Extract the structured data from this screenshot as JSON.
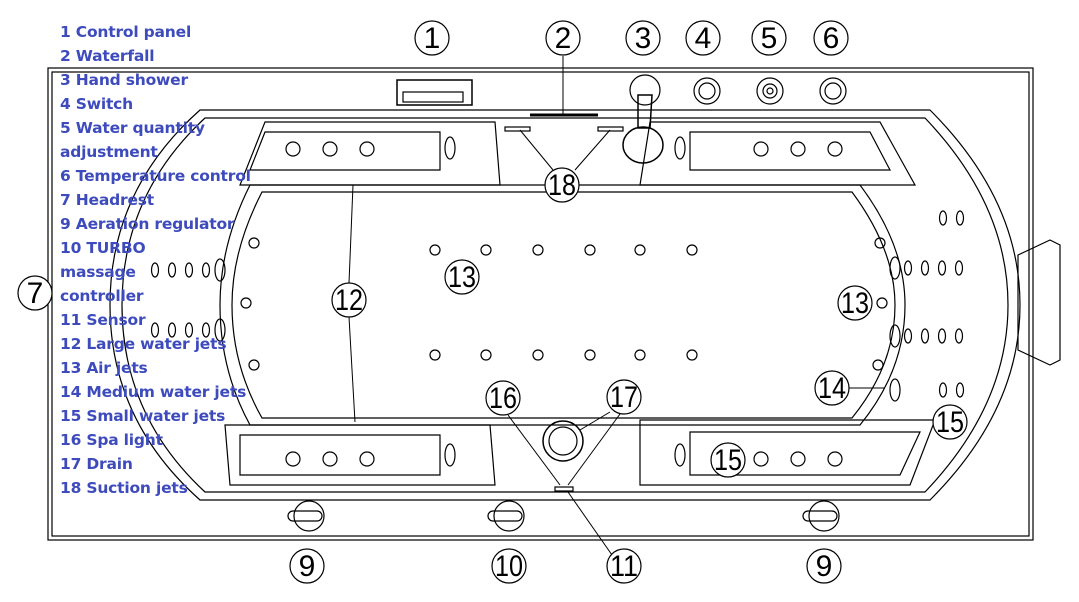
{
  "legend": [
    {
      "num": "1",
      "label": "Control panel"
    },
    {
      "num": "2",
      "label": "Waterfall"
    },
    {
      "num": "3",
      "label": "Hand shower"
    },
    {
      "num": "4",
      "label": "Switch"
    },
    {
      "num": "5",
      "label": "Water quantity adjustment"
    },
    {
      "num": "6",
      "label": "Temperature control"
    },
    {
      "num": "7",
      "label": "Headrest"
    },
    {
      "num": "9",
      "label": "Aeration regulator"
    },
    {
      "num": "10",
      "label": "TURBO massage controller"
    },
    {
      "num": "11",
      "label": "Sensor"
    },
    {
      "num": "12",
      "label": "Large water jets"
    },
    {
      "num": "13",
      "label": "Air jets"
    },
    {
      "num": "14",
      "label": "Medium water jets"
    },
    {
      "num": "15",
      "label": "Small water jets"
    },
    {
      "num": "16",
      "label": "Spa light"
    },
    {
      "num": "17",
      "label": "Drain"
    },
    {
      "num": "18",
      "label": "Suction jets"
    }
  ],
  "callouts": [
    "1",
    "2",
    "3",
    "4",
    "5",
    "6",
    "18",
    "12",
    "13",
    "13",
    "14",
    "15",
    "15",
    "16",
    "17",
    "7",
    "9",
    "10",
    "11",
    "9"
  ],
  "colors": {
    "legend_text": "#3d4bbd",
    "line": "#000000"
  }
}
